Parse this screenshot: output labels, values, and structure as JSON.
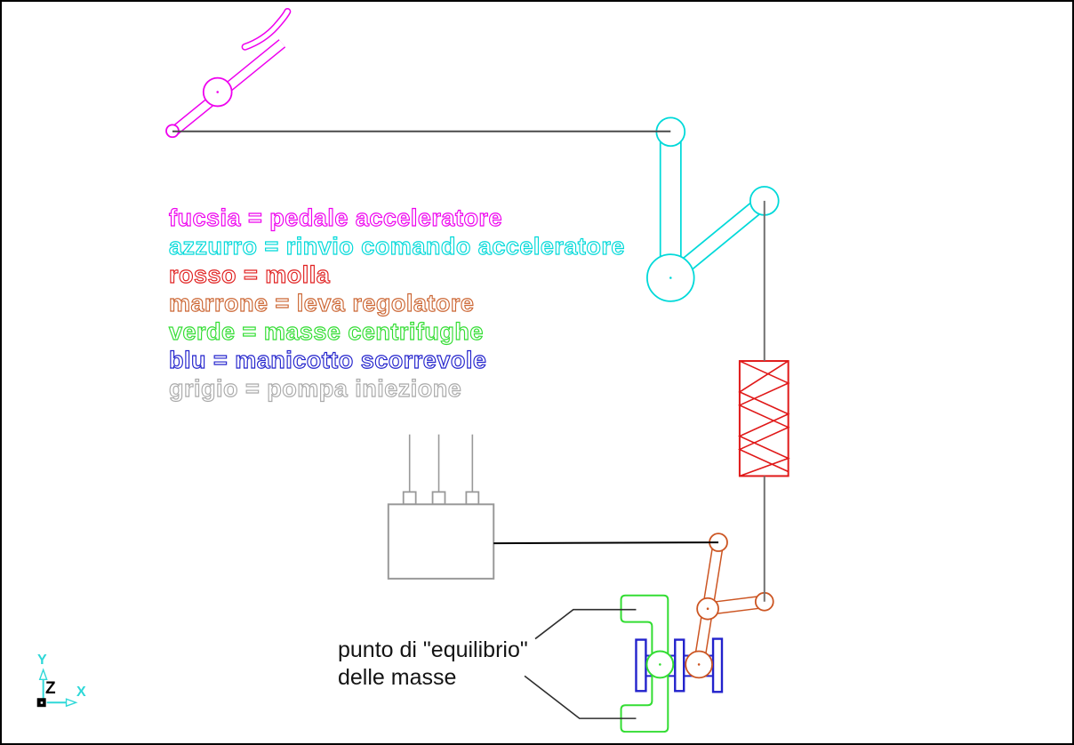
{
  "legend": {
    "items": [
      {
        "label": "fucsia = pedale acceleratore",
        "color": "#ee00ee"
      },
      {
        "label": "azzurro = rinvio comando acceleratore",
        "color": "#00d9d9"
      },
      {
        "label": "rosso = molla",
        "color": "#e02020"
      },
      {
        "label": "marrone = leva regolatore",
        "color": "#cc6633"
      },
      {
        "label": "verde = masse centrifughe",
        "color": "#33dd33"
      },
      {
        "label": "blu = manicotto scorrevole",
        "color": "#2222cc"
      },
      {
        "label": "grigio = pompa iniezione",
        "color": "#aaaaaa"
      }
    ]
  },
  "annotation": {
    "line1": "punto di \"equilibrio\"",
    "line2": "delle masse"
  },
  "axes": {
    "x": "X",
    "y": "Y",
    "z": "Z"
  },
  "colors": {
    "fucsia": "#ee00ee",
    "azzurro": "#00d9d9",
    "rosso": "#e01818",
    "marrone": "#cc5522",
    "verde": "#33dd33",
    "blu": "#2222cc",
    "grigio_pompa": "#999999",
    "linea_scura": "#4a4a4a",
    "linea_grigia": "#707070",
    "nero": "#000000"
  }
}
